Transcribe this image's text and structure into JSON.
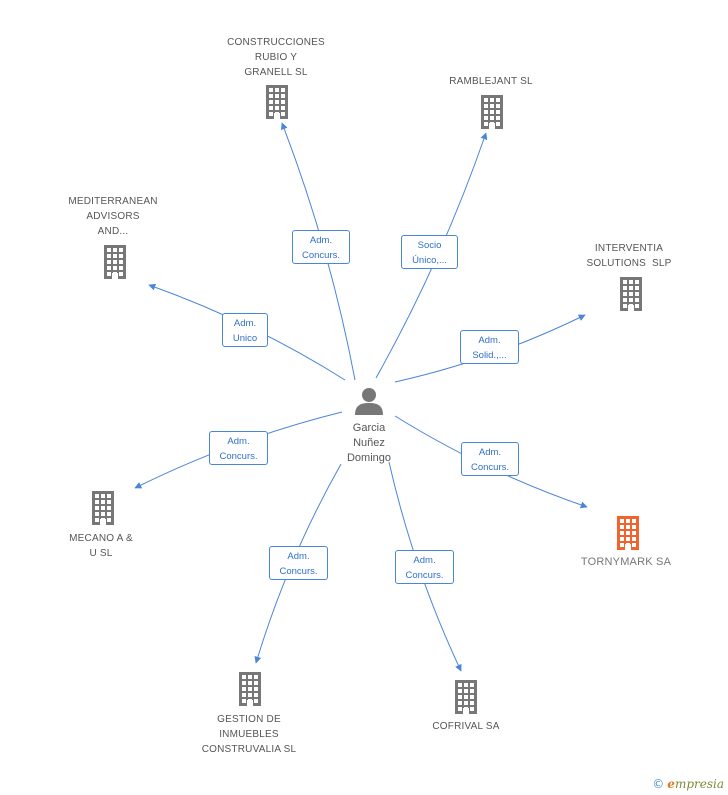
{
  "colors": {
    "edge": "#4a86d8",
    "building": "#777777",
    "building_highlight": "#f0642d",
    "person": "#777777",
    "label": "#555555"
  },
  "center": {
    "name": "Garcia\nNuñez\nDomingo",
    "icon": "person-icon"
  },
  "nodes": [
    {
      "id": "construcciones",
      "label": "CONSTRUCCIONES\nRUBIO Y\nGRANELL SL",
      "icon": "building-icon",
      "highlight": false
    },
    {
      "id": "ramblejant",
      "label": "RAMBLEJANT SL",
      "icon": "building-icon",
      "highlight": false
    },
    {
      "id": "mediterranean",
      "label": "MEDITERRANEAN\nADVISORS\nAND...",
      "icon": "building-icon",
      "highlight": false
    },
    {
      "id": "interventia",
      "label": "INTERVENTIA\nSOLUTIONS  SLP",
      "icon": "building-icon",
      "highlight": false
    },
    {
      "id": "mecano",
      "label": "MECANO A &\nU SL",
      "icon": "building-icon",
      "highlight": false
    },
    {
      "id": "tornymark",
      "label": "TORNYMARK SA",
      "icon": "building-icon",
      "highlight": true
    },
    {
      "id": "gestion",
      "label": "GESTION DE\nINMUEBLES\nCONSTRUVALIA SL",
      "icon": "building-icon",
      "highlight": false
    },
    {
      "id": "cofrival",
      "label": "COFRIVAL SA",
      "icon": "building-icon",
      "highlight": false
    }
  ],
  "edges": [
    {
      "to": "construcciones",
      "label": "Adm.\nConcurs."
    },
    {
      "to": "ramblejant",
      "label": "Socio\nÚnico,..."
    },
    {
      "to": "mediterranean",
      "label": "Adm.\nUnico"
    },
    {
      "to": "interventia",
      "label": "Adm.\nSolid.,..."
    },
    {
      "to": "mecano",
      "label": "Adm.\nConcurs."
    },
    {
      "to": "tornymark",
      "label": "Adm.\nConcurs."
    },
    {
      "to": "gestion",
      "label": "Adm.\nConcurs."
    },
    {
      "to": "cofrival",
      "label": "Adm.\nConcurs."
    }
  ],
  "brand": {
    "copyright": "©",
    "name_initial": "e",
    "name_rest": "mpresia"
  }
}
